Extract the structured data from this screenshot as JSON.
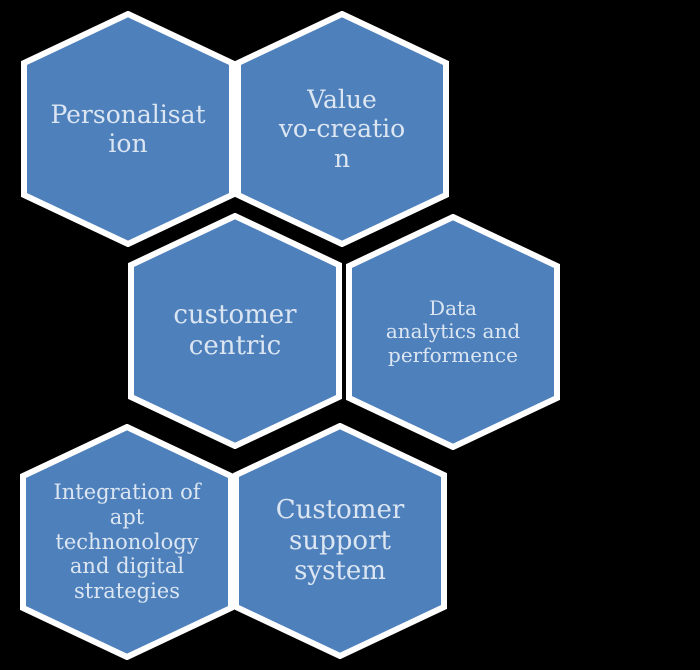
{
  "colors": {
    "hexagon_fill": "#4E80BC",
    "hexagon_border": "#FFFFFF",
    "text": "#DCE6F2",
    "background": "#000000"
  },
  "hexagons": [
    {
      "id": "personalisation",
      "lines": [
        "Personalisat",
        "ion"
      ]
    },
    {
      "id": "value-co-creation",
      "lines": [
        "Value",
        "vo-creatio",
        "n"
      ]
    },
    {
      "id": "customer-centric",
      "lines": [
        "customer",
        "centric"
      ]
    },
    {
      "id": "data-analytics",
      "lines": [
        "Data",
        "analytics and",
        "performence"
      ]
    },
    {
      "id": "integration-technology",
      "lines": [
        "Integration of",
        "apt",
        "technonology",
        "and digital",
        "strategies"
      ]
    },
    {
      "id": "customer-support",
      "lines": [
        "Customer",
        "support",
        "system"
      ]
    }
  ]
}
